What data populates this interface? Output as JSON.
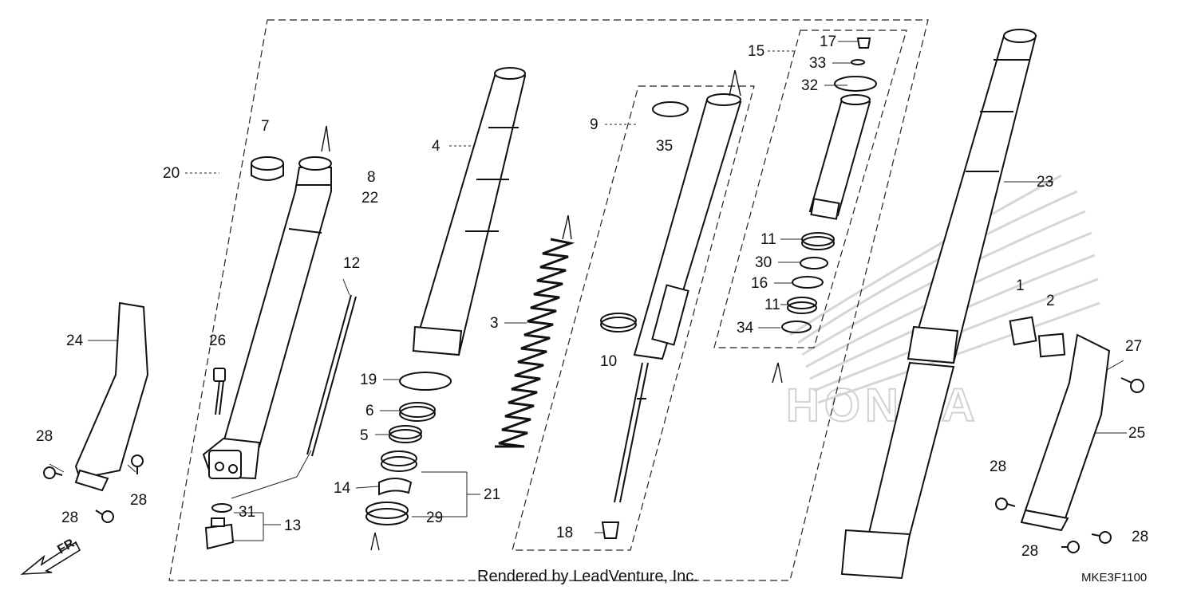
{
  "diagram": {
    "callouts": [
      {
        "id": "c1",
        "text": "1"
      },
      {
        "id": "c2",
        "text": "2"
      },
      {
        "id": "c3",
        "text": "3"
      },
      {
        "id": "c4",
        "text": "4"
      },
      {
        "id": "c5",
        "text": "5"
      },
      {
        "id": "c6",
        "text": "6"
      },
      {
        "id": "c7",
        "text": "7"
      },
      {
        "id": "c8",
        "text": "8"
      },
      {
        "id": "c9",
        "text": "9"
      },
      {
        "id": "c10",
        "text": "10"
      },
      {
        "id": "c11a",
        "text": "11"
      },
      {
        "id": "c11b",
        "text": "11"
      },
      {
        "id": "c12",
        "text": "12"
      },
      {
        "id": "c13",
        "text": "13"
      },
      {
        "id": "c14",
        "text": "14"
      },
      {
        "id": "c15",
        "text": "15"
      },
      {
        "id": "c16",
        "text": "16"
      },
      {
        "id": "c17",
        "text": "17"
      },
      {
        "id": "c18",
        "text": "18"
      },
      {
        "id": "c19",
        "text": "19"
      },
      {
        "id": "c20",
        "text": "20"
      },
      {
        "id": "c21",
        "text": "21"
      },
      {
        "id": "c22",
        "text": "22"
      },
      {
        "id": "c23",
        "text": "23"
      },
      {
        "id": "c24",
        "text": "24"
      },
      {
        "id": "c25",
        "text": "25"
      },
      {
        "id": "c26",
        "text": "26"
      },
      {
        "id": "c27",
        "text": "27"
      },
      {
        "id": "c28a",
        "text": "28"
      },
      {
        "id": "c28b",
        "text": "28"
      },
      {
        "id": "c28c",
        "text": "28"
      },
      {
        "id": "c28d",
        "text": "28"
      },
      {
        "id": "c28e",
        "text": "28"
      },
      {
        "id": "c28f",
        "text": "28"
      },
      {
        "id": "c29",
        "text": "29"
      },
      {
        "id": "c30",
        "text": "30"
      },
      {
        "id": "c31",
        "text": "31"
      },
      {
        "id": "c32",
        "text": "32"
      },
      {
        "id": "c33",
        "text": "33"
      },
      {
        "id": "c34",
        "text": "34"
      },
      {
        "id": "c35",
        "text": "35"
      }
    ],
    "direction_arrow": "FR.",
    "watermark_logo": "HONDA",
    "footer_credit": "Rendered by LeadVenture, Inc.",
    "diagram_code": "MKE3F1100",
    "colors": {
      "line": "#111111",
      "watermark": "#d9d9d9",
      "background": "#ffffff"
    }
  }
}
